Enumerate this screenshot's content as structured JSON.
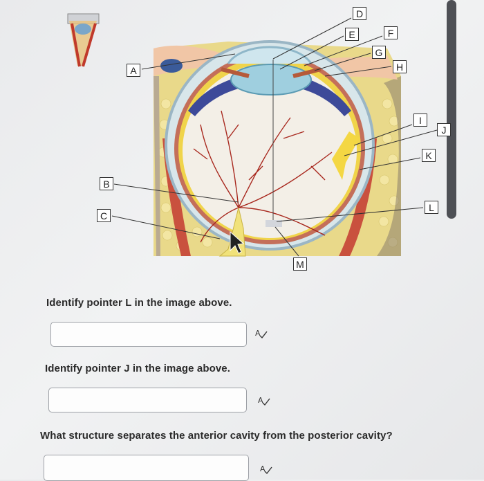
{
  "diagram": {
    "pointers": [
      "A",
      "B",
      "C",
      "D",
      "E",
      "F",
      "G",
      "H",
      "I",
      "J",
      "K",
      "L",
      "M"
    ]
  },
  "questions": [
    {
      "text": "Identify pointer L in the image above.",
      "value": "",
      "placeholder": ""
    },
    {
      "text": "Identify pointer J in the image above.",
      "value": "",
      "placeholder": ""
    },
    {
      "text": "What structure separates the anterior cavity from the posterior cavity?",
      "value": "",
      "placeholder": ""
    }
  ],
  "icons": {
    "spellcheck": "spellcheck-icon",
    "orientation": "eye-orientation-thumbnail"
  },
  "colors": {
    "scrollbar": "#4e5055",
    "input_border": "#9da0a6"
  }
}
